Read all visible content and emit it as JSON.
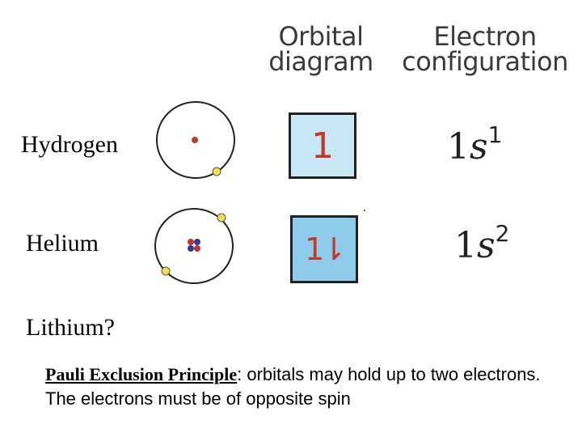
{
  "headers": {
    "orbital_diagram": [
      "Orbital",
      "diagram"
    ],
    "electron_configuration": [
      "Electron",
      "configuration"
    ]
  },
  "elements": [
    {
      "name": "Hydrogen",
      "orbital_box": "1",
      "config_base": "1",
      "config_orbital": "s",
      "config_sup": "1"
    },
    {
      "name": "Helium",
      "orbital_box": "1⇂",
      "config_base": "1",
      "config_orbital": "s",
      "config_sup": "2"
    },
    {
      "name": "Lithium?"
    }
  ],
  "pauli": {
    "title": "Pauli Exclusion Principle",
    "text": ": orbitals may hold up to two electrons. The electrons must be of opposite spin"
  },
  "colors": {
    "nucleus_proton": "#c0392b",
    "nucleus_neutron": "#2c3e9a",
    "electron": "#f1e04a",
    "box_hydrogen": "#c9e6f5",
    "box_helium": "#8fcbea",
    "arrow": "#c0392b"
  }
}
